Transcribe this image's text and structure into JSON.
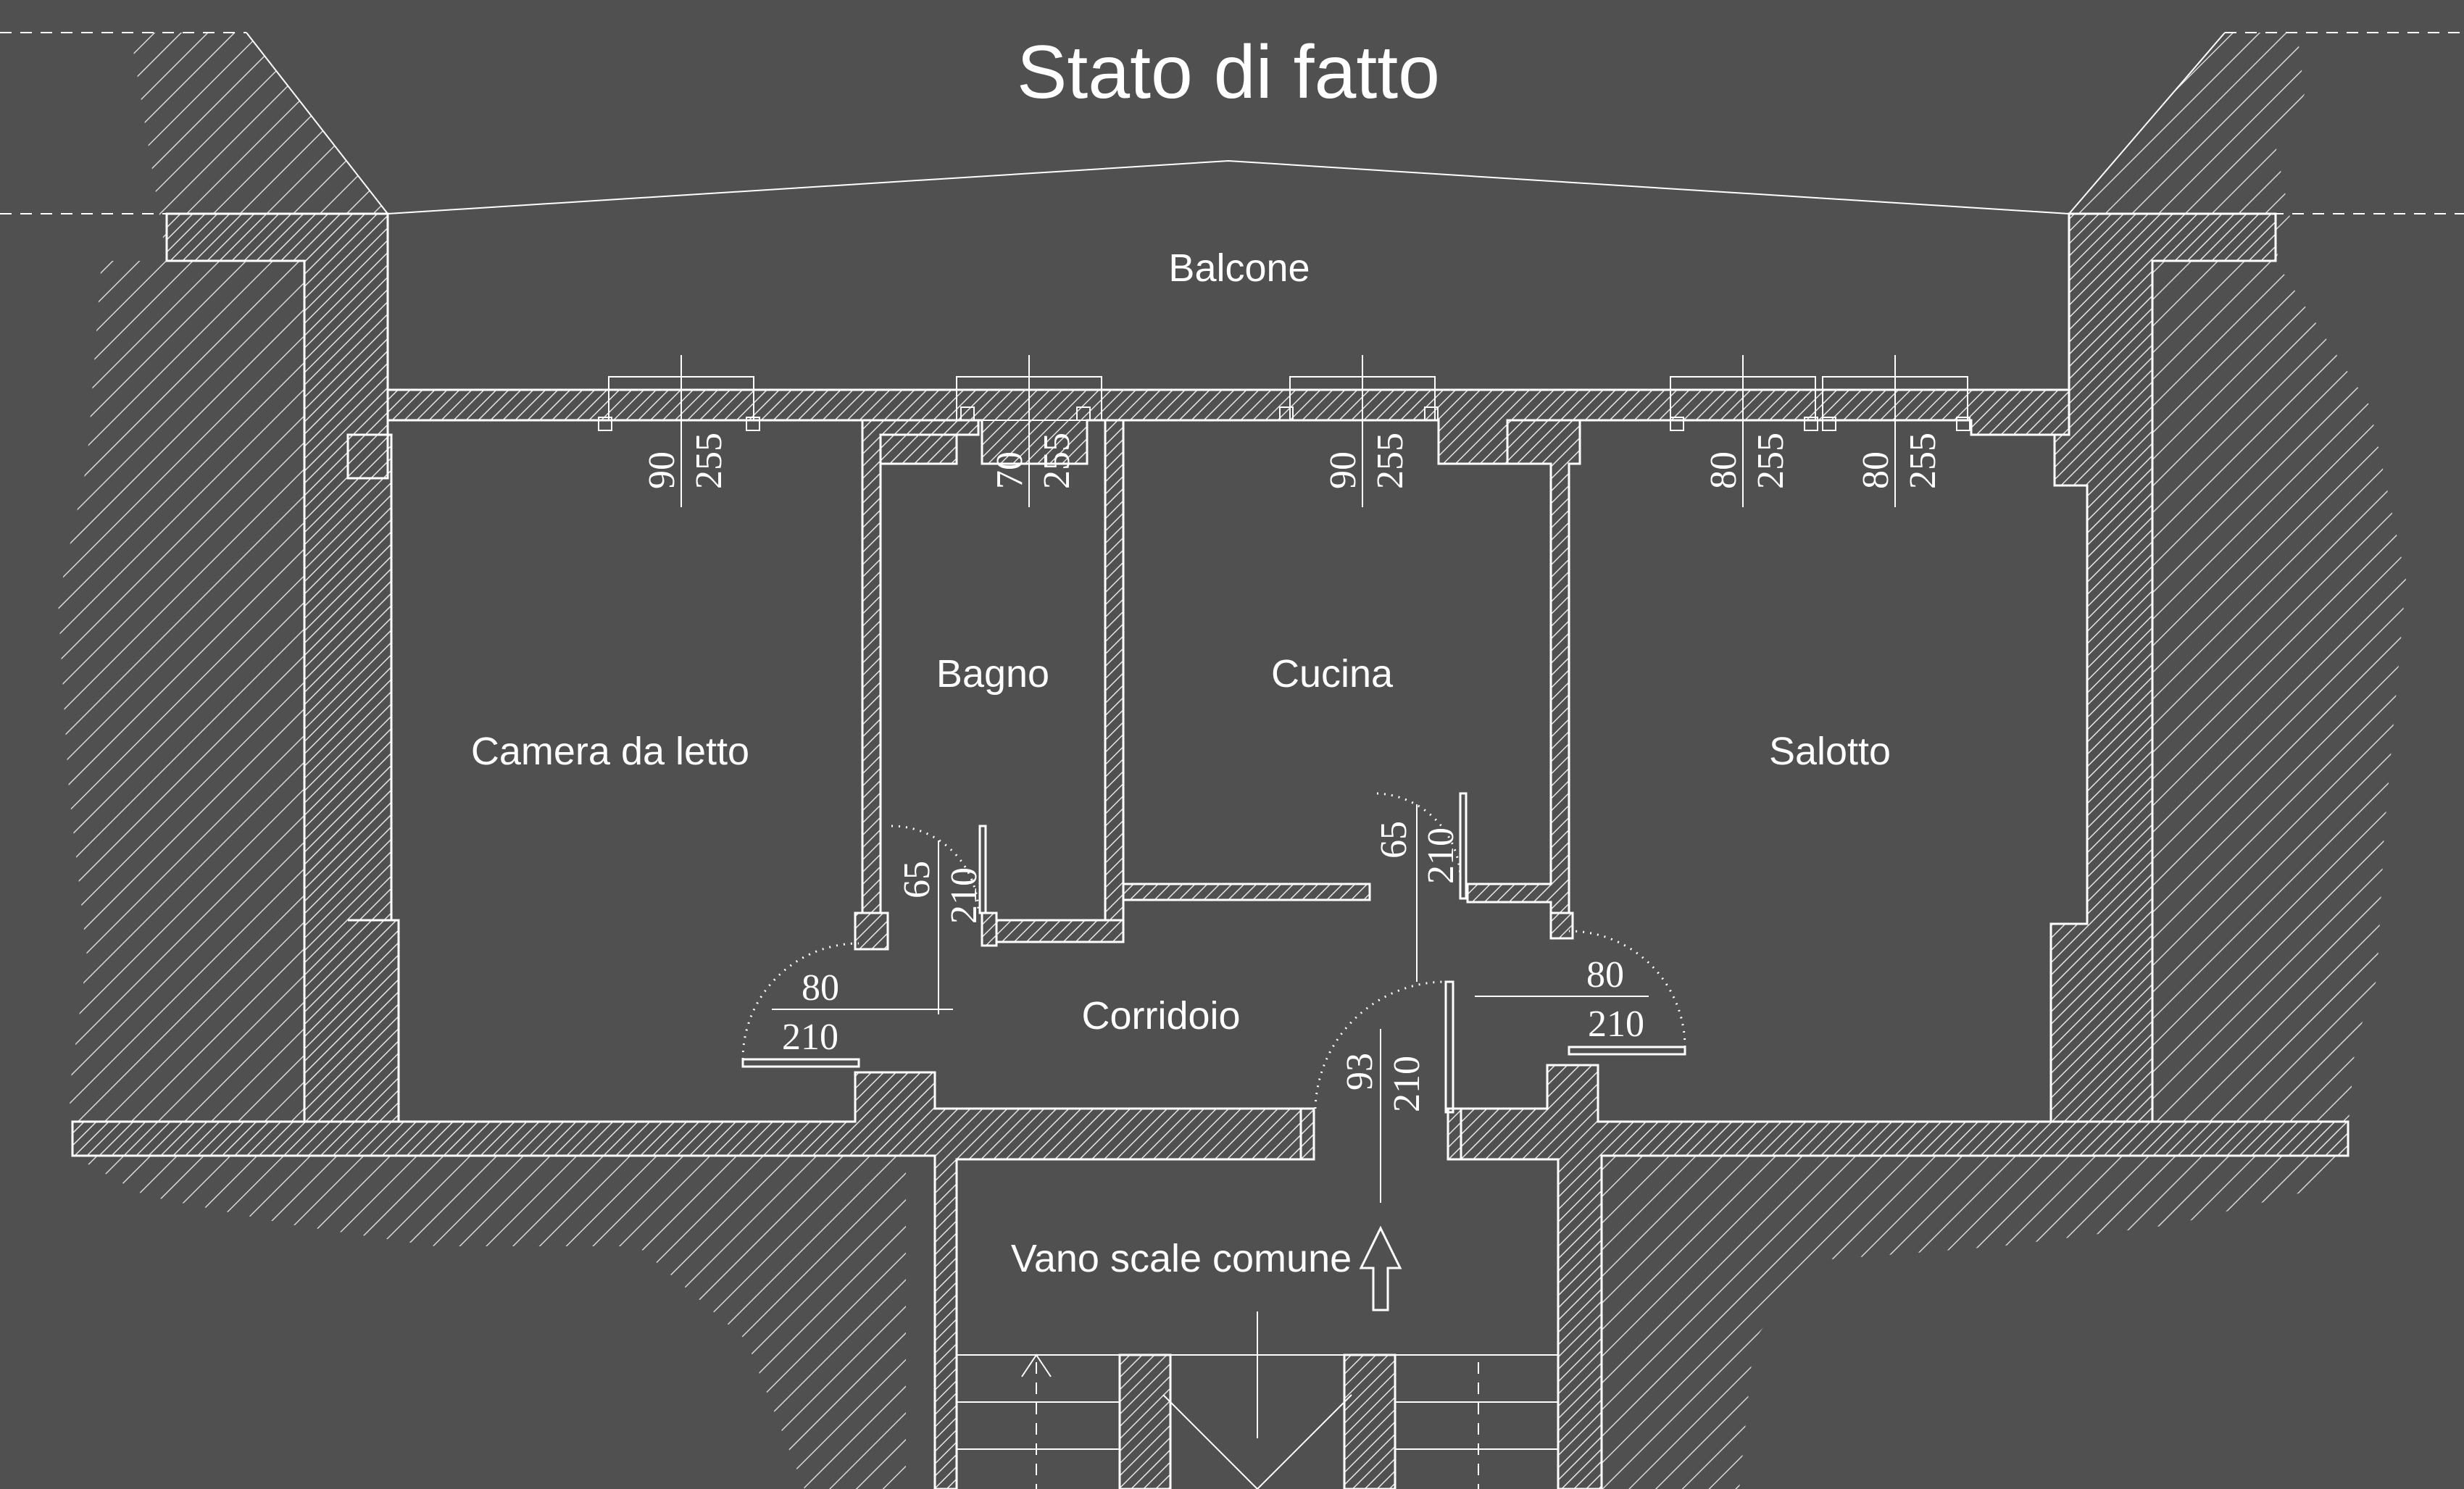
{
  "title": "Stato di fatto",
  "rooms": {
    "balcone": "Balcone",
    "camera": "Camera da letto",
    "bagno": "Bagno",
    "cucina": "Cucina",
    "salotto": "Salotto",
    "corridoio": "Corridoio",
    "vano_scale": "Vano scale comune"
  },
  "windows": [
    {
      "width": "90",
      "height": "255"
    },
    {
      "width": "70",
      "height": "255"
    },
    {
      "width": "90",
      "height": "255"
    },
    {
      "width": "80",
      "height": "255"
    },
    {
      "width": "80",
      "height": "255"
    }
  ],
  "doors": {
    "bagno": {
      "width": "65",
      "height": "210"
    },
    "cucina": {
      "width": "65",
      "height": "210"
    },
    "camera": {
      "width": "80",
      "height": "210"
    },
    "salotto": {
      "width": "80",
      "height": "210"
    },
    "ingresso": {
      "width": "93",
      "height": "210"
    }
  },
  "colors": {
    "background": "#505050",
    "lines": "#ffffff"
  },
  "icons": {
    "entrance_arrow": "up-arrow-icon"
  }
}
